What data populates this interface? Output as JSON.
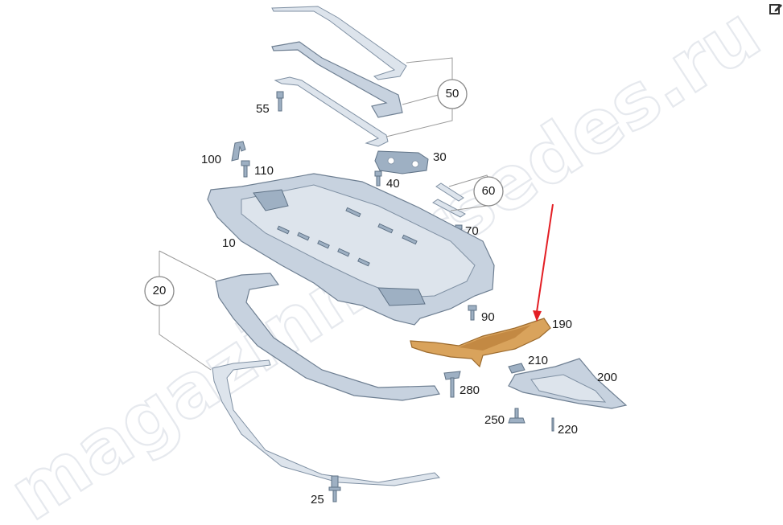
{
  "edit_icon": "edit-icon",
  "watermark": "magazinmersedes.ru",
  "callouts": [
    {
      "id": "50",
      "label": "50"
    },
    {
      "id": "60",
      "label": "60"
    },
    {
      "id": "20",
      "label": "20"
    }
  ],
  "labels": {
    "p10": "10",
    "p25": "25",
    "p30": "30",
    "p40": "40",
    "p55": "55",
    "p70": "70",
    "p90": "90",
    "p100": "100",
    "p110": "110",
    "p190": "190",
    "p200": "200",
    "p210": "210",
    "p220": "220",
    "p250": "250",
    "p280": "280"
  },
  "colors": {
    "highlight_part": "#d9a35c",
    "arrow": "#e31e24",
    "part_fill": "#c7d2df"
  }
}
